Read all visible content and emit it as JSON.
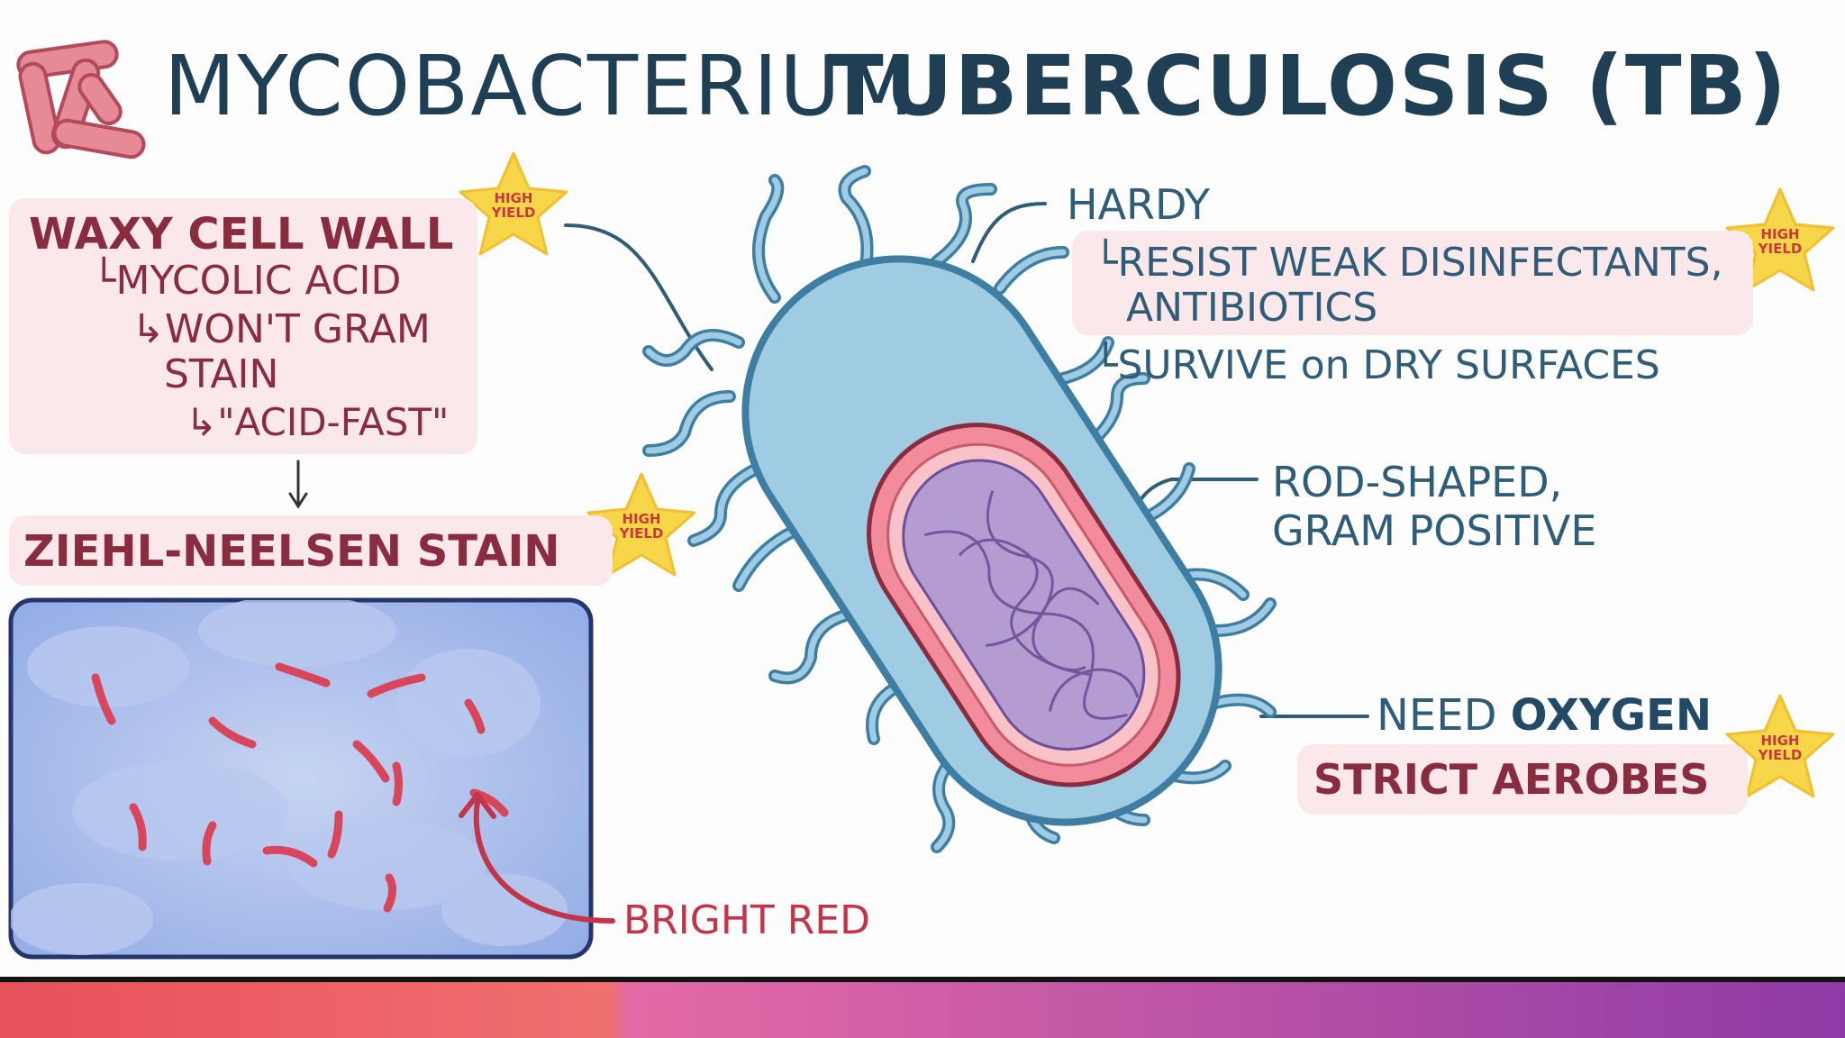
{
  "title": {
    "word1": "MYCOBACTERIUM",
    "word2": "TUBERCULOSIS (TB)"
  },
  "badges": {
    "high_yield_line1": "HIGH",
    "high_yield_line2": "YIELD"
  },
  "left_panel": {
    "waxy_heading": "WAXY CELL WALL",
    "mycolic": "└MYCOLIC ACID",
    "wont_gram": "↳WON'T GRAM",
    "stain": "STAIN",
    "acid_fast": "↳\"ACID-FAST\"",
    "arrow": "↓",
    "ziehl": "ZIEHL-NEELSEN STAIN",
    "bright_red": "BRIGHT RED"
  },
  "right_panel": {
    "hardy": "HARDY",
    "resist_line1": "└RESIST WEAK DISINFECTANTS,",
    "resist_line2": "ANTIBIOTICS",
    "survive": "└SURVIVE on DRY SURFACES",
    "rod_line1": "ROD-SHAPED,",
    "rod_line2": "GRAM POSITIVE",
    "need_oxygen_1": "NEED",
    "need_oxygen_2": "OXYGEN",
    "strict_aerobes": "STRICT AEROBES"
  },
  "colors": {
    "title": "#1f3f55",
    "maroon": "#8a2c40",
    "box_pink": "#fbe8ea",
    "star": "#f7d64a",
    "cell_blue": "#9fcbe3",
    "cell_outline": "#3e7ea3",
    "stain_bg": "#93ace6",
    "rod_red": "#d9455a",
    "gradient_left": "#e8505a",
    "gradient_right": "#8e3aa6"
  },
  "icons": [
    "bacteria-logo-icon",
    "star-badge-icon",
    "bacterium-illustration",
    "microscope-slide-image"
  ]
}
